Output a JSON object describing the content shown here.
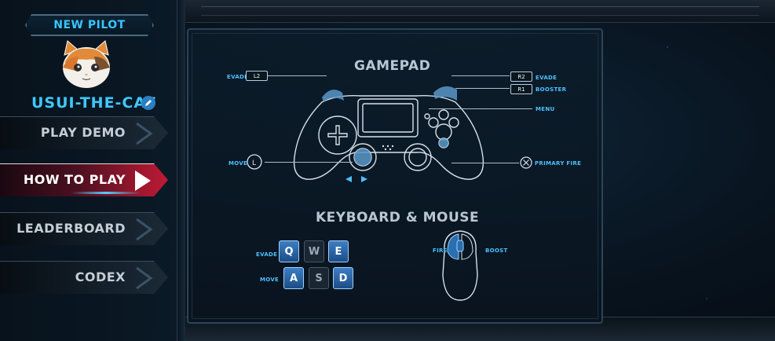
{
  "sidebar": {
    "pilot_tag": "NEW PILOT",
    "pilot_name": "USUI-THE-CAT",
    "menu": [
      {
        "label": "PLAY DEMO",
        "active": false
      },
      {
        "label": "HOW TO PLAY",
        "active": true
      },
      {
        "label": "LEADERBOARD",
        "active": false
      },
      {
        "label": "CODEX",
        "active": false
      }
    ]
  },
  "gamepad": {
    "title": "GAMEPAD",
    "left": {
      "evade_label": "EVADE",
      "evade_key": "L2",
      "move_label": "MOVE"
    },
    "right": {
      "r2_key": "R2",
      "r2_label": "EVADE",
      "r1_key": "R1",
      "r1_label": "BOOSTER",
      "menu_label": "MENU",
      "fire_label": "PRIMARY FIRE"
    }
  },
  "keyboard": {
    "title": "KEYBOARD & MOUSE",
    "evade_label": "EVADE",
    "move_label": "MOVE",
    "keys_row1": [
      "Q",
      "W",
      "E"
    ],
    "keys_row2": [
      "A",
      "S",
      "D"
    ],
    "mouse_fire": "FIRE",
    "mouse_boost": "BOOST"
  },
  "colors": {
    "accent": "#3ec8ff",
    "active": "#c01a34"
  }
}
